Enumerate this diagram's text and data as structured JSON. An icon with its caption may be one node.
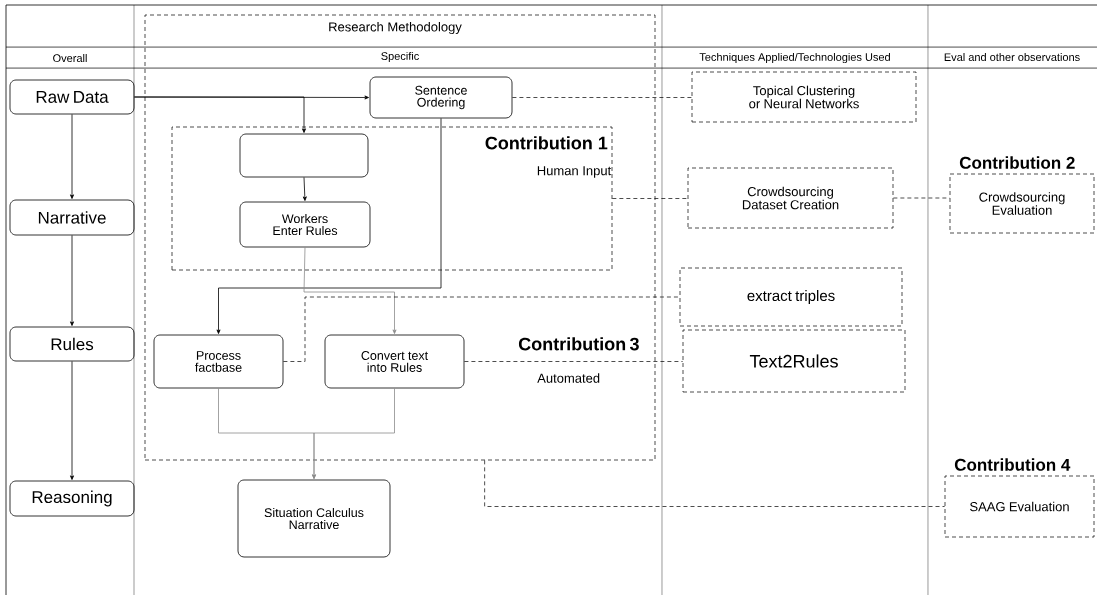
{
  "diagram": {
    "nodes": [
      {
        "text": [
          "Raw Data"
        ]
      },
      {
        "text": [
          "Narrative"
        ]
      },
      {
        "text": [
          "Rules"
        ]
      },
      {
        "text": [
          "Reasoning"
        ]
      },
      {
        "text": [
          "Research Methodology"
        ]
      },
      {
        "text": [
          "Sentence Ordering"
        ],
        "in": 4
      },
      {
        "text": [
          "Contribution 1",
          "Human Input"
        ],
        "in": 4
      },
      {
        "text": [],
        "shape": "box",
        "in": 6
      },
      {
        "text": [
          "Workers Enter Rules"
        ],
        "in": 6
      },
      {
        "text": [
          "Process factbase"
        ],
        "in": 4
      },
      {
        "text": [
          "Convert text into Rules"
        ],
        "in": 4
      },
      {
        "text": [
          "Situation Calculus Narrative"
        ]
      },
      {
        "text": [
          "Topical Clustering or Neural Networks"
        ]
      },
      {
        "text": [
          "Crowdsourcing Dataset Creation"
        ]
      },
      {
        "text": [
          "extract triples"
        ]
      },
      {
        "text": [
          "Text2Rules"
        ]
      },
      {
        "text": [
          "Contribution 2",
          "Crowdsourcing Evaluation"
        ]
      },
      {
        "text": [
          "Contribution 4",
          "SAAG Evaluation"
        ]
      }
    ],
    "edges": [
      {
        "from": 0,
        "to": 1,
        "arrow": "to"
      },
      {
        "from": 1,
        "to": 2,
        "arrow": "to"
      },
      {
        "from": 2,
        "to": 3,
        "arrow": "to"
      },
      {
        "from": 0,
        "to": 5,
        "arrow": "to"
      },
      {
        "from": 0,
        "to": 7,
        "arrow": "to"
      },
      {
        "from": 7,
        "to": 8,
        "arrow": "to"
      },
      {
        "from": 5,
        "to": 9,
        "arrow": "to"
      },
      {
        "from": 8,
        "to": 10,
        "arrow": "to",
        "color": "#8c8c8c"
      },
      {
        "from": 9,
        "to": 11,
        "arrow": "to",
        "color": "#8c8c8c"
      },
      {
        "from": 10,
        "to": 11,
        "arrow": "to",
        "color": "#8c8c8c"
      },
      {
        "from": 5,
        "to": 12,
        "arrow": "none",
        "style": "dashed"
      },
      {
        "from": 6,
        "to": 13,
        "arrow": "none",
        "style": "dashed"
      },
      {
        "from": 13,
        "to": 16,
        "arrow": "none",
        "style": "dashed"
      },
      {
        "from": 9,
        "to": 14,
        "arrow": "none",
        "style": "dashed"
      },
      {
        "from": 10,
        "to": 15,
        "arrow": "none",
        "style": "dashed"
      },
      {
        "from": 4,
        "to": 17,
        "arrow": "none",
        "style": "dashed"
      }
    ],
    "labels": [
      "Overall",
      "Specific",
      "Techniques Applied/Technologies Used",
      "Eval and other observations",
      "Contribution 3",
      "Automated"
    ]
  }
}
